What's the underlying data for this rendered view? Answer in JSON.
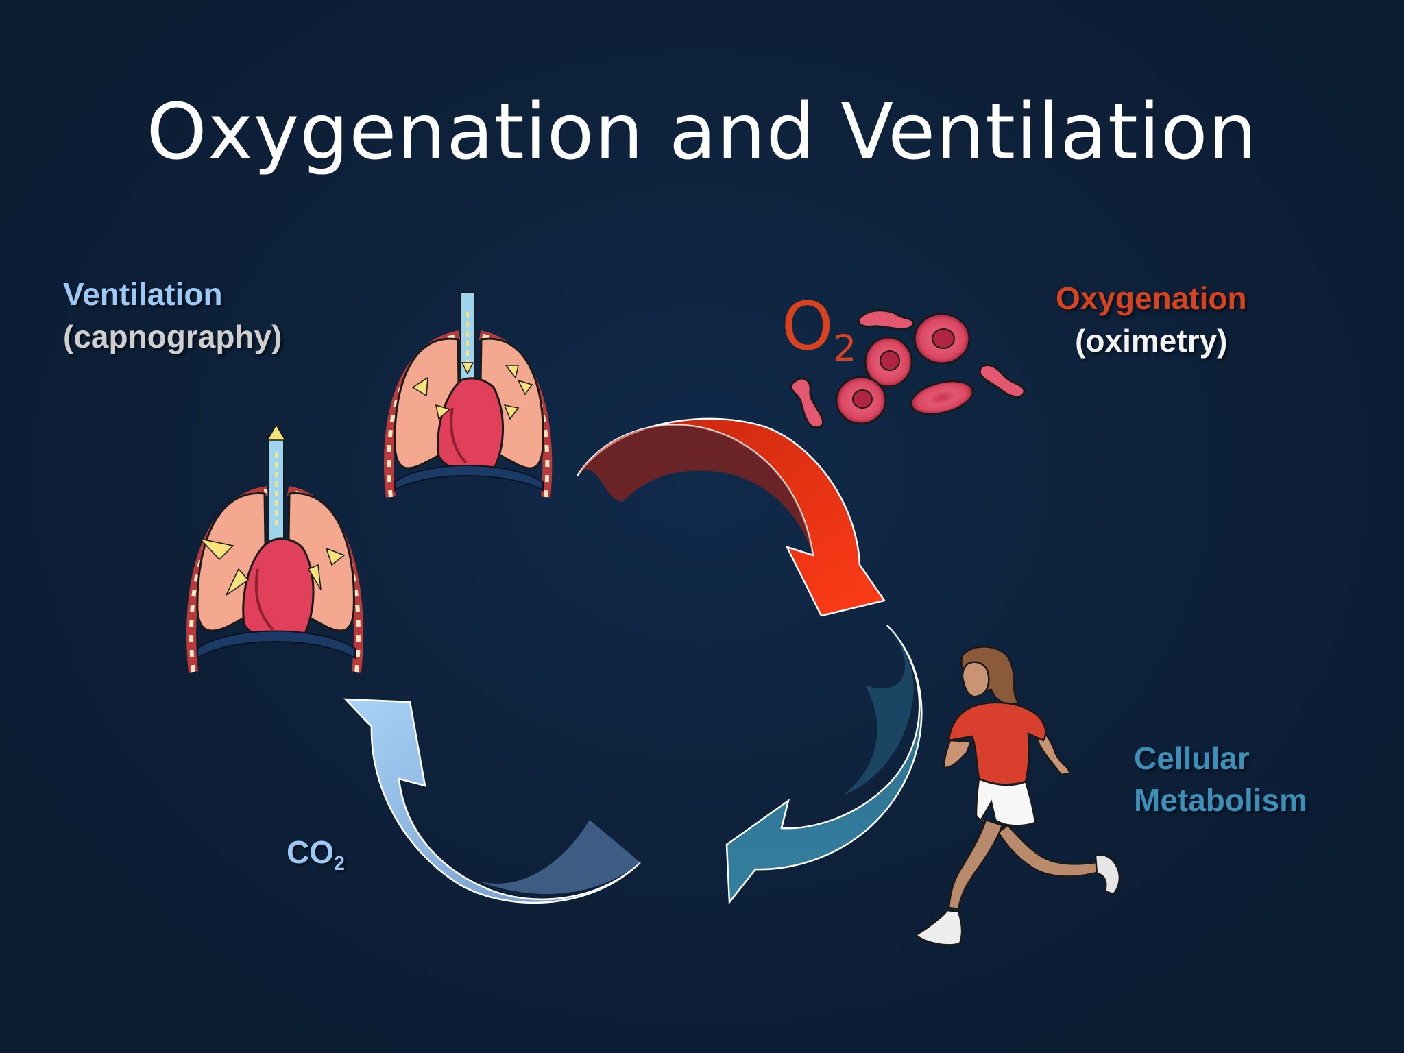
{
  "slide": {
    "title": "Oxygenation and Ventilation",
    "ventilation": {
      "line1": "Ventilation",
      "line2": "(capnography)"
    },
    "oxygenation": {
      "line1": "Oxygenation",
      "line2": "(oximetry)"
    },
    "cellular": {
      "line1": "Cellular",
      "line2": "Metabolism"
    },
    "co2": {
      "main": "CO",
      "sub": "2"
    },
    "o2": {
      "main": "O",
      "sub": "2"
    }
  },
  "colors": {
    "background": "#0d2038",
    "red_arrow": "#e6321a",
    "teal_arrow": "#2f7594",
    "blue_arrow": "#8fbfe8",
    "oxygenation_text": "#d8431f",
    "ventilation_text": "#9cc8f5",
    "cellular_text": "#3e8fb8"
  },
  "icons": [
    "lungs-heart-icon",
    "lungs-heart-exhale-icon",
    "red-blood-cells-icon",
    "runner-icon"
  ]
}
